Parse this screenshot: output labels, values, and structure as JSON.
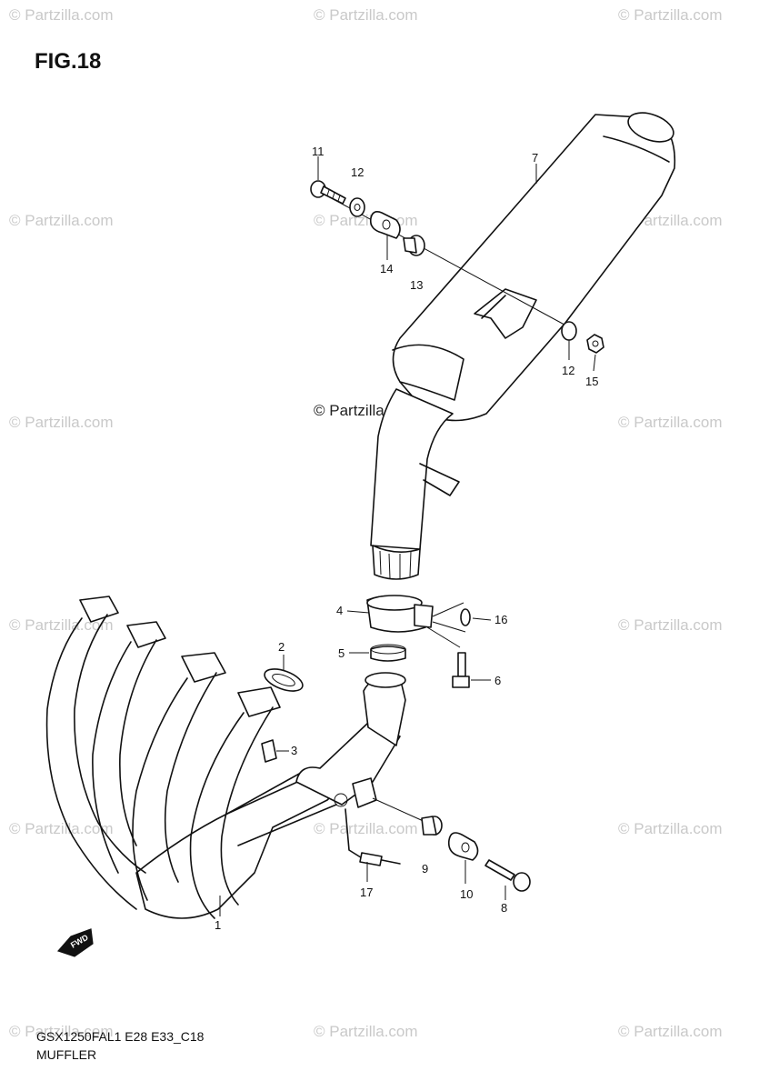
{
  "figure": {
    "title": "FIG.18",
    "model_code": "GSX1250FAL1 E28 E33_C18",
    "section_name": "MUFFLER"
  },
  "watermark": {
    "text": "© Partzilla.com",
    "center_text": "© Partzilla.com"
  },
  "callouts": {
    "p1": "1",
    "p2": "2",
    "p3": "3",
    "p4": "4",
    "p5": "5",
    "p6": "6",
    "p7": "7",
    "p8": "8",
    "p9": "9",
    "p10": "10",
    "p11": "11",
    "p12a": "12",
    "p12b": "12",
    "p13": "13",
    "p14": "14",
    "p15": "15",
    "p16": "16",
    "p17": "17"
  },
  "fwd_label": "FWD",
  "colors": {
    "line": "#111111",
    "watermark": "#c9c9c9"
  }
}
